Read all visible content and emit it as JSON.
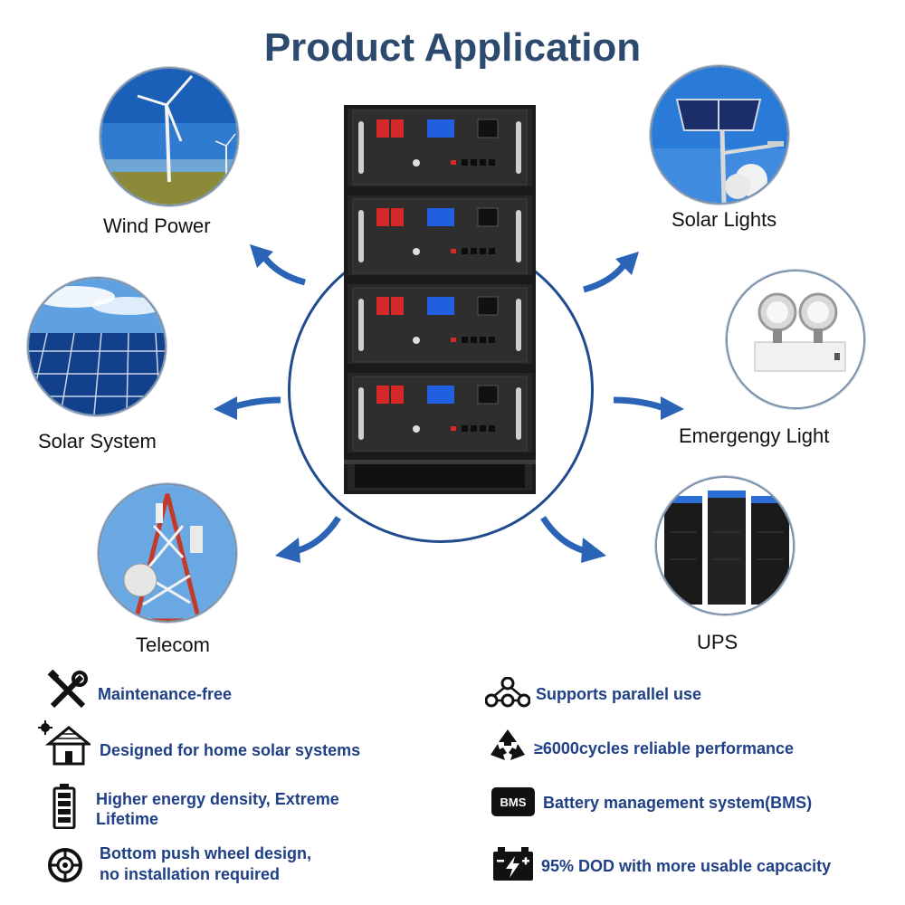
{
  "title": "Product Application",
  "applications": {
    "wind": "Wind Power",
    "solar_lights": "Solar Lights",
    "solar_system": "Solar System",
    "emergency": "Emergengy Light",
    "telecom": "Telecom",
    "ups": "UPS"
  },
  "features": {
    "maintenance": "Maintenance-free",
    "home_solar": "Designed for home solar systems",
    "density_line1": "Higher energy density, Extreme",
    "density_line2": "Lifetime",
    "wheel_line1": "Bottom push wheel design,",
    "wheel_line2": "no installation required",
    "parallel": "Supports parallel use",
    "cycles": "≥6000cycles reliable performance",
    "bms": "Battery management system(BMS)",
    "bms_badge": "BMS",
    "dod": "95% DOD with more usable capcacity"
  },
  "colors": {
    "title": "#2c4a6e",
    "accent": "#1f4b8f",
    "feature_text": "#1f3f86"
  },
  "icons": [
    "wrench-screwdriver-icon",
    "solar-house-icon",
    "battery-icon",
    "wheel-icon",
    "parallel-nodes-icon",
    "recycle-icon",
    "bms-chip-icon",
    "car-battery-icon",
    "arrow-icon"
  ]
}
